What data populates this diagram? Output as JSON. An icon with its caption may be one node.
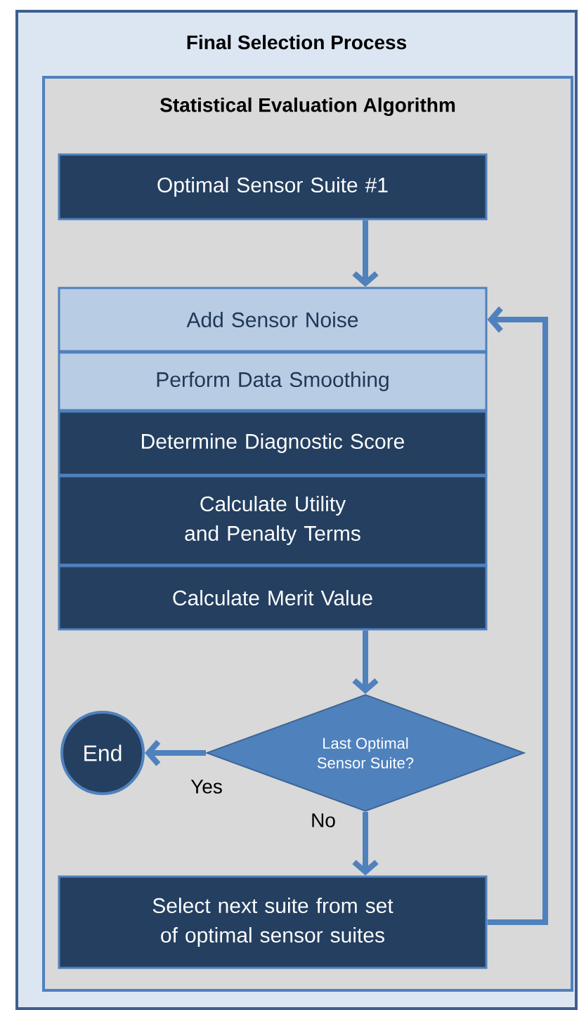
{
  "diagram": {
    "nodes": [
      {
        "text": [
          "Final Selection Process"
        ]
      },
      {
        "text": [
          "Statistical Evaluation Algorithm"
        ],
        "in": 0
      },
      {
        "text": [
          "Optimal Sensor Suite #1"
        ],
        "in": 1
      },
      {
        "text": [
          "Add Sensor Noise"
        ],
        "in": 1
      },
      {
        "text": [
          "Perform Data Smoothing"
        ],
        "in": 1
      },
      {
        "text": [
          "Determine Diagnostic Score"
        ],
        "in": 1
      },
      {
        "text": [
          "Calculate Utility and Penalty Terms"
        ],
        "in": 1
      },
      {
        "text": [
          "Calculate Merit Value"
        ],
        "in": 1
      },
      {
        "text": [
          "End"
        ],
        "in": 1
      },
      {
        "text": [
          "Last Optimal Sensor Suite?"
        ],
        "in": 1
      },
      {
        "text": [
          "Select next suite from set of optimal sensor suites"
        ],
        "in": 1
      }
    ],
    "edges": [
      {
        "from": 2,
        "to": 3,
        "arrow": "to"
      },
      {
        "from": 7,
        "to": 9,
        "arrow": "to"
      },
      {
        "from": 9,
        "to": 8,
        "arrow": "to",
        "label": "Yes"
      },
      {
        "from": 9,
        "to": 10,
        "arrow": "to",
        "label": "No"
      },
      {
        "from": 10,
        "to": 3,
        "arrow": "to"
      }
    ]
  }
}
